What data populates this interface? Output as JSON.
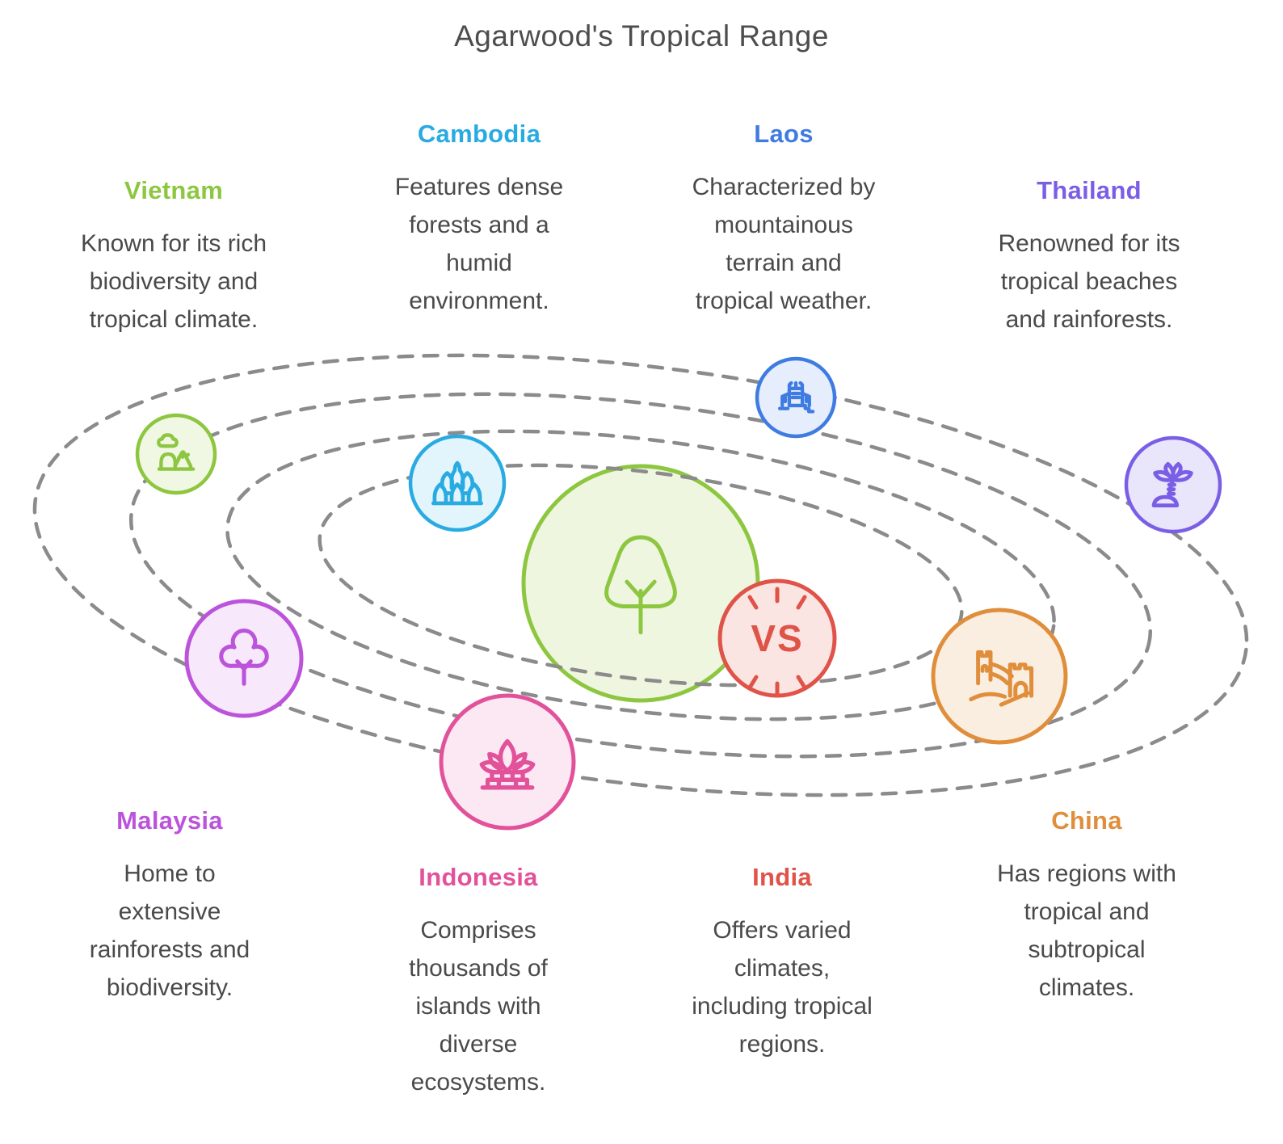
{
  "title": "Agarwood's Tropical Range",
  "orbit_color": "#8b8b8b",
  "text_color": "#4a4a4a",
  "center_node": {
    "icon": "agarwood-tree-icon",
    "color": "#8dc63f",
    "fill": "#eef6e0"
  },
  "vs_badge": {
    "label": "VS",
    "color": "#df5349",
    "fill": "#fbe5e3"
  },
  "countries": [
    {
      "name": "Vietnam",
      "color": "#8dc63f",
      "fill": "#f0f7e3",
      "icon": "landscape-icon",
      "description": "Known for its rich\nbiodiversity and\ntropical climate."
    },
    {
      "name": "Cambodia",
      "color": "#29abe2",
      "fill": "#e2f4fc",
      "icon": "angkor-wat-icon",
      "description": "Features dense\nforests and a\nhumid\nenvironment."
    },
    {
      "name": "Laos",
      "color": "#3f7ce2",
      "fill": "#e6edfc",
      "icon": "temple-icon",
      "description": "Characterized by\nmountainous\nterrain and\ntropical weather."
    },
    {
      "name": "Thailand",
      "color": "#7a5fe6",
      "fill": "#e9e5fb",
      "icon": "palm-tree-icon",
      "description": "Renowned for its\ntropical beaches\nand rainforests."
    },
    {
      "name": "Malaysia",
      "color": "#bc53db",
      "fill": "#f7e9fb",
      "icon": "round-tree-icon",
      "description": "Home to\nextensive\nrainforests and\nbiodiversity."
    },
    {
      "name": "Indonesia",
      "color": "#e2529b",
      "fill": "#fce8f3",
      "icon": "lotus-temple-icon",
      "description": "Comprises\nthousands of\nislands with\ndiverse\necosystems."
    },
    {
      "name": "India",
      "color": "#df5349",
      "fill": "#fbe5e3",
      "icon": "vs-icon",
      "description": "Offers varied\nclimates,\nincluding tropical\nregions."
    },
    {
      "name": "China",
      "color": "#e08e3b",
      "fill": "#faeee1",
      "icon": "great-wall-icon",
      "description": "Has regions with\ntropical and\nsubtropical\nclimates."
    }
  ]
}
